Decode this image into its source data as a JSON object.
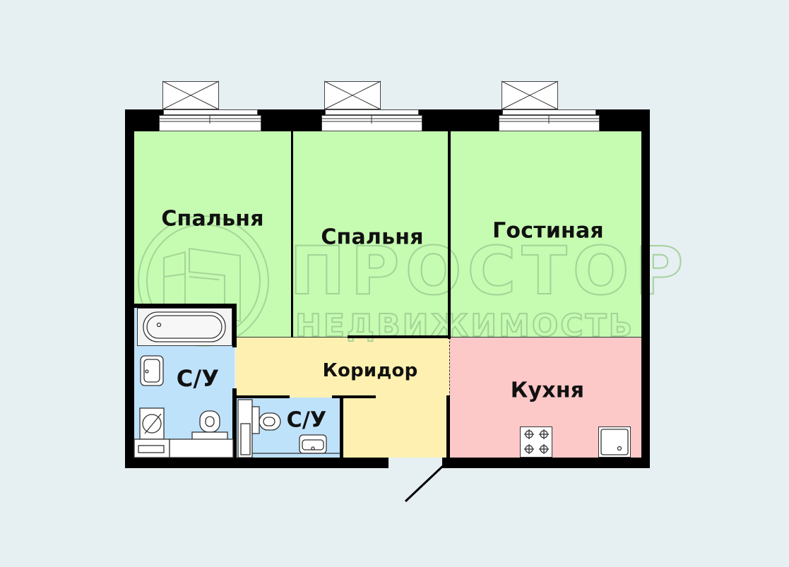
{
  "plan": {
    "type": "apartment-floor-plan",
    "background_color": "#e6eff2",
    "wall_color": "#000000"
  },
  "rooms": [
    {
      "id": "bedroom-1",
      "label": "Спальня",
      "color": "#c6fbb2"
    },
    {
      "id": "bedroom-2",
      "label": "Спальня",
      "color": "#c6fbb2"
    },
    {
      "id": "living-room",
      "label": "Гостиная",
      "color": "#c6fbb2"
    },
    {
      "id": "corridor",
      "label": "Коридор",
      "color": "#fdf0b0"
    },
    {
      "id": "kitchen",
      "label": "Кухня",
      "color": "#fdc8c8"
    },
    {
      "id": "bathroom-1",
      "label": "С/У",
      "color": "#bfe2fb"
    },
    {
      "id": "bathroom-2",
      "label": "С/У",
      "color": "#bfe2fb"
    }
  ],
  "watermark": {
    "brand": "ПРОСТОР",
    "subtitle": "НЕДВИЖИМОСТЬ"
  },
  "fixtures": [
    "window-1",
    "window-2",
    "window-3",
    "bathtub",
    "sink",
    "washing-machine",
    "toilet",
    "stove",
    "kitchen-sink",
    "entrance-door"
  ]
}
